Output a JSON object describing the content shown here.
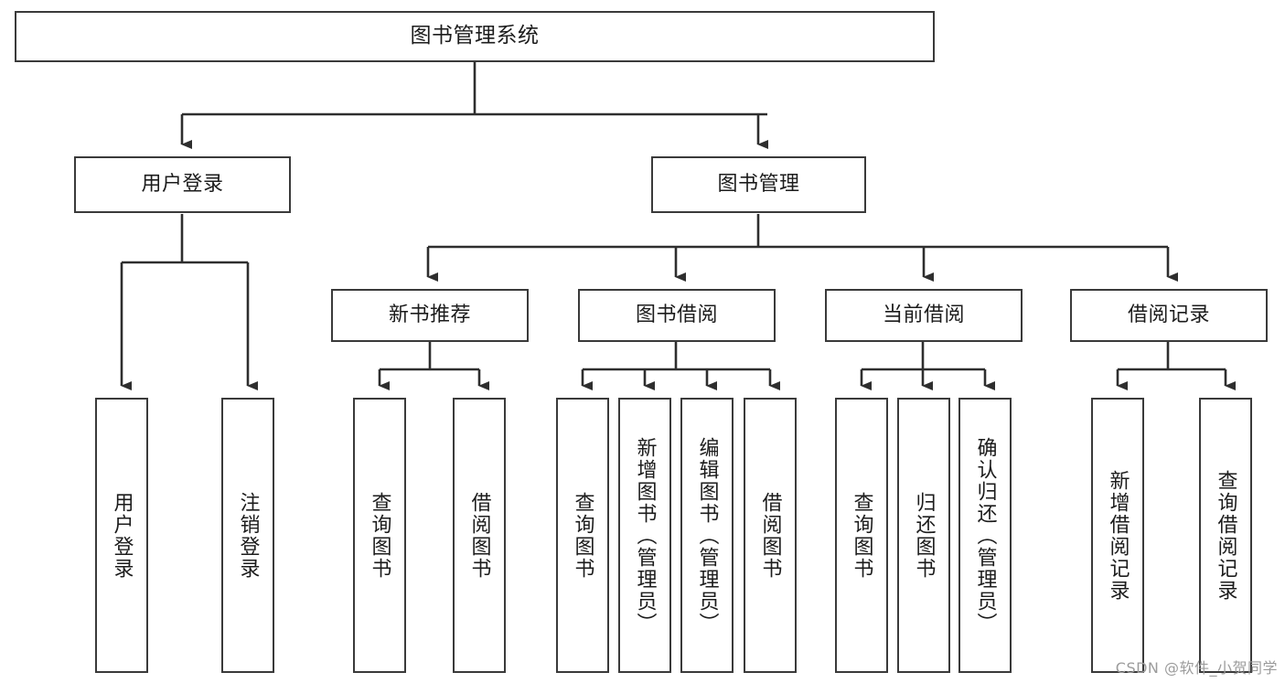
{
  "diagram": {
    "title": "图书管理系统",
    "type": "tree-hierarchy",
    "watermark": "CSDN @软件_小贺同学",
    "colors": {
      "background": "#ffffff",
      "border": "#3a3a3a",
      "text": "#1c1c1c",
      "connector": "#2e2e2e",
      "watermark": "#9c9c9c"
    },
    "levels": {
      "level0": "系统",
      "level1": "模块",
      "level2": "子模块",
      "level3": "功能"
    }
  },
  "nodes": {
    "root": {
      "label": "图书管理系统"
    },
    "level1": [
      {
        "label": "用户登录"
      },
      {
        "label": "图书管理"
      }
    ],
    "level2": [
      {
        "label": "新书推荐"
      },
      {
        "label": "图书借阅"
      },
      {
        "label": "当前借阅"
      },
      {
        "label": "借阅记录"
      }
    ],
    "leaves_user_login": [
      {
        "label": "用户登录"
      },
      {
        "label": "注销登录"
      }
    ],
    "leaves_new_book": [
      {
        "label": "查询图书"
      },
      {
        "label": "借阅图书"
      }
    ],
    "leaves_borrow": [
      {
        "label": "查询图书"
      },
      {
        "label": "新增图书（管理员）"
      },
      {
        "label": "编辑图书（管理员）"
      },
      {
        "label": "借阅图书"
      }
    ],
    "leaves_current": [
      {
        "label": "查询图书"
      },
      {
        "label": "归还图书"
      },
      {
        "label": "确认归还（管理员）"
      }
    ],
    "leaves_record": [
      {
        "label": "新增借阅记录"
      },
      {
        "label": "查询借阅记录"
      }
    ]
  }
}
